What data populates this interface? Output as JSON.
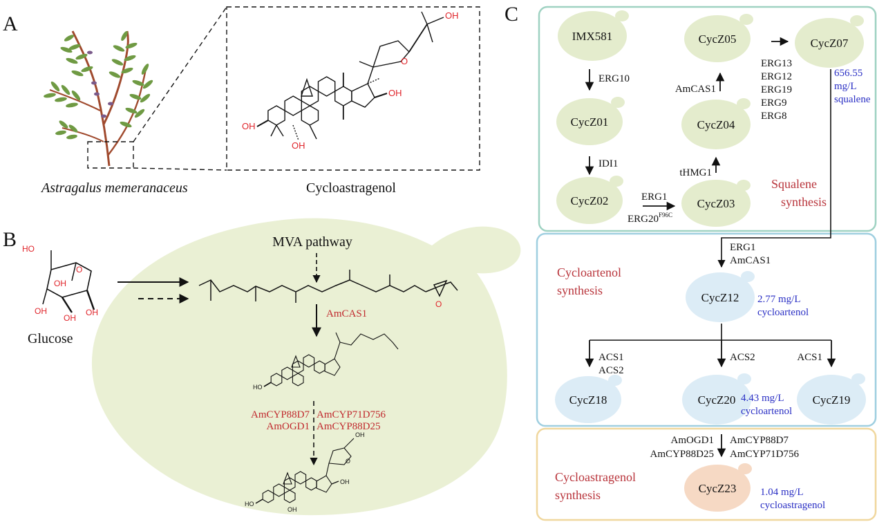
{
  "colors": {
    "green_cell": "#e4eccd",
    "blue_cell": "#dcecf6",
    "orange_cell": "#f6d9c4",
    "panel_b_cell": "#eaf0d4",
    "green_border": "#9fd2c2",
    "blue_border": "#9fcfe0",
    "orange_border": "#f0d79e",
    "enzyme_red": "#c0282d",
    "section_red": "#b8333a",
    "titer_blue": "#2a2fc4",
    "oh_red": "#e0242a"
  },
  "panel_a": {
    "letter": "A",
    "plant_label": "Astragalus memeranaceus",
    "compound_label": "Cycloastragenol",
    "oh_label": "OH"
  },
  "panel_b": {
    "letter": "B",
    "glucose_label": "Glucose",
    "mva_label": "MVA pathway",
    "enzyme_top": "AmCAS1",
    "enzymes_left": [
      "AmCYP88D7",
      "AmOGD1"
    ],
    "enzymes_right": [
      "AmCYP71D756",
      "AmCYP88D25"
    ],
    "glucose_oh": "OH",
    "glucose_ho": "HO",
    "ho_label": "HO",
    "oh_label": "OH",
    "epoxide_o": "O",
    "ring_o": "O"
  },
  "panel_c": {
    "letter": "C",
    "strains": {
      "imx581": "IMX581",
      "z01": "CycZ01",
      "z02": "CycZ02",
      "z03": "CycZ03",
      "z04": "CycZ04",
      "z05": "CycZ05",
      "z07": "CycZ07",
      "z12": "CycZ12",
      "z18": "CycZ18",
      "z19": "CycZ19",
      "z20": "CycZ20",
      "z23": "CycZ23"
    },
    "genes": {
      "erg10": "ERG10",
      "idi1": "IDI1",
      "erg1": "ERG1",
      "erg20_base": "ERG20",
      "erg20_sup": "F96C",
      "thmg1": "tHMG1",
      "amcas1": "AmCAS1",
      "z07_genes": [
        "ERG13",
        "ERG12",
        "ERG19",
        "ERG9",
        "ERG8"
      ],
      "z12_genes": [
        "ERG1",
        "AmCAS1"
      ],
      "z18_genes": [
        "ACS1",
        "ACS2"
      ],
      "z20_gene": "ACS2",
      "z19_gene": "ACS1",
      "z23_left": [
        "AmOGD1",
        "AmCYP88D25"
      ],
      "z23_right": [
        "AmCYP88D7",
        "AmCYP71D756"
      ]
    },
    "titers": {
      "z07": [
        "656.55",
        "mg/L",
        "squalene"
      ],
      "z12": [
        "2.77 mg/L",
        "cycloartenol"
      ],
      "z20": [
        "4.43 mg/L",
        "cycloartenol"
      ],
      "z23": [
        "1.04 mg/L",
        "cycloastragenol"
      ]
    },
    "sections": {
      "squalene": [
        "Squalene",
        "synthesis"
      ],
      "cycloartenol": [
        "Cycloartenol",
        "synthesis"
      ],
      "cycloastragenol": [
        "Cycloastragenol",
        "synthesis"
      ]
    }
  }
}
